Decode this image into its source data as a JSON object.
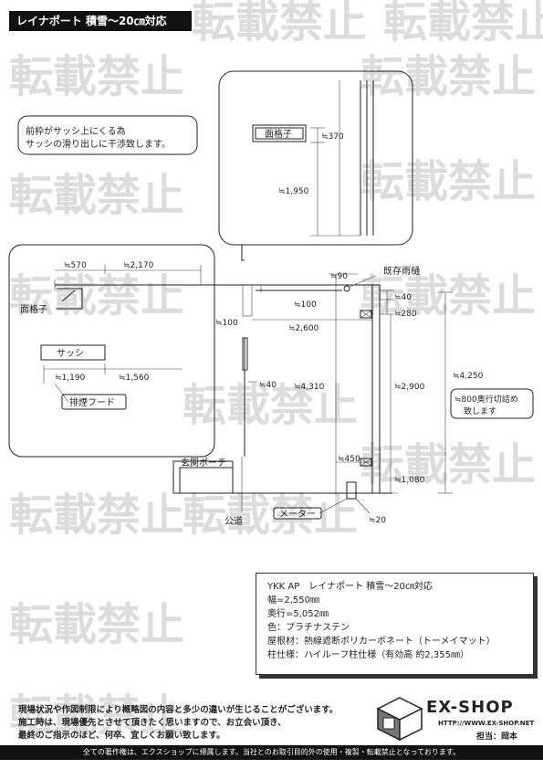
{
  "title": "レイナポート 積雪～20㎝対応",
  "watermark_text": "転載禁止",
  "colors": {
    "title_bg": "#111111",
    "footer_bg": "#111111",
    "watermark": "#dcdcdc"
  },
  "diagram": {
    "note_frame": "前枠がサッシ上にくる為\nサッシの滑り出しに干渉致します。",
    "labels": {
      "grille_top": "面格子",
      "grille_left": "面格子",
      "sash": "サッシ",
      "exhaust_hood": "排煙フード",
      "porch": "玄関ポーチ",
      "road": "公道",
      "meter": "メーター",
      "gutter": "既存雨樋",
      "depth_cut": "≒800奥行切詰め\n致します"
    },
    "dimensions": {
      "d370": "≒370",
      "d1950": "≒1,950",
      "d570": "≒570",
      "d2170": "≒2,170",
      "d90": "≒90",
      "d100a": "≒100",
      "d100b": "≒100",
      "d2600": "≒2,600",
      "d40a": "≒40",
      "d280": "≒280",
      "d1190": "≒1,190",
      "d1560": "≒1,560",
      "d40b": "≒40",
      "d4310": "≒4,310",
      "d2900": "≒2,900",
      "d4250": "≒4,250",
      "d450": "≒450",
      "d1080": "≒1,080",
      "d20": "≒20"
    }
  },
  "spec": {
    "product": "YKK AP　レイナポート 積雪～20㎝対応",
    "width": "幅=2,550㎜",
    "depth": "奥行=5,052㎜",
    "color": "色：プラチナステン",
    "roof": "屋根材：熱線遮断ポリカーボネート（トーメイマット）",
    "pillar": "柱仕様：ハイルーフ柱仕様（有効高 約2,355㎜）"
  },
  "notice": [
    "現場状況や作図制限により概略図の内容と多少の違いが生じることがございます。",
    "施工時は、現場優先とさせて頂きたく思いますので、お立会い頂き、",
    "最終のご指示のほど、何卒、宜しくお願い致します。"
  ],
  "logo": {
    "name": "EX-SHOP",
    "url": "HTTP://WWW.EX-SHOP.NET",
    "person": "担当：岡本"
  },
  "footer": "全ての著作権は、エクスショップに帰属します。当社とのお取引目的外の使用・複製・転載禁止となっております。"
}
